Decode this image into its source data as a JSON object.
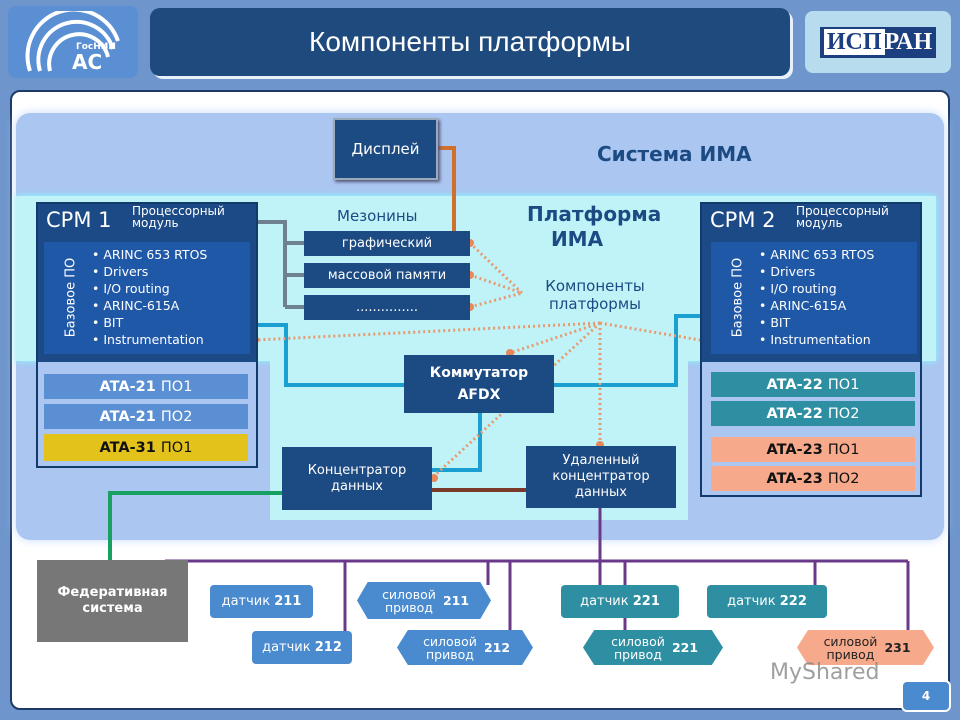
{
  "header": {
    "title": "Компоненты платформы",
    "logo_left": "ГосНИИ АС",
    "logo_right": "ИСП РАН"
  },
  "system_label": "Система ИМА",
  "platform_label": "Платформа ИМА",
  "components_label": "Компоненты платформы",
  "display": "Дисплей",
  "mezzanines": {
    "label": "Мезонины",
    "items": [
      "графический",
      "массовой памяти",
      "..............."
    ]
  },
  "cpm1": {
    "name": "CPM 1",
    "subtitle": "Процессорный модуль",
    "base_label": "Базовое ПО",
    "items": [
      "• ARINC 653 RTOS",
      "• Drivers",
      "• I/O routing",
      "• ARINC-615A",
      "• BIT",
      "• Instrumentation"
    ],
    "apps": [
      {
        "code": "ATA-21",
        "po": "ПО1",
        "color": "#5b8fd3"
      },
      {
        "code": "ATA-21",
        "po": "ПО2",
        "color": "#5b8fd3"
      },
      {
        "code": "ATA-31",
        "po": "ПО1",
        "color": "#e3c31b"
      }
    ]
  },
  "cpm2": {
    "name": "CPM 2",
    "subtitle": "Процессорный модуль",
    "base_label": "Базовое ПО",
    "items": [
      "• ARINC 653 RTOS",
      "• Drivers",
      "• I/O routing",
      "• ARINC-615A",
      "• BIT",
      "• Instrumentation"
    ],
    "apps": [
      {
        "code": "ATA-22",
        "po": "ПО1",
        "color": "#2e8fa3"
      },
      {
        "code": "ATA-22",
        "po": "ПО2",
        "color": "#2e8fa3"
      },
      {
        "code": "ATA-23",
        "po": "ПО1",
        "color": "#f6a98b"
      },
      {
        "code": "ATA-23",
        "po": "ПО2",
        "color": "#f6a98b"
      }
    ]
  },
  "switch": {
    "line1": "Коммутатор",
    "line2": "AFDX"
  },
  "concentrator": "Концентратор данных",
  "remote_concentrator": "Удаленный концентратор данных",
  "federated": "Федеративная система",
  "devices": [
    {
      "label": "датчик",
      "num": "211",
      "kind": "sensor",
      "color": "#4a8bd0"
    },
    {
      "label": "датчик",
      "num": "212",
      "kind": "sensor",
      "color": "#4a8bd0"
    },
    {
      "label": "силовой привод",
      "num": "211",
      "kind": "actuator",
      "color": "#4a8bd0"
    },
    {
      "label": "силовой привод",
      "num": "212",
      "kind": "actuator",
      "color": "#4a8bd0"
    },
    {
      "label": "датчик",
      "num": "221",
      "kind": "sensor",
      "color": "#2e8fa3"
    },
    {
      "label": "датчик",
      "num": "222",
      "kind": "sensor",
      "color": "#2e8fa3"
    },
    {
      "label": "силовой привод",
      "num": "221",
      "kind": "actuator",
      "color": "#2e8fa3"
    },
    {
      "label": "силовой привод",
      "num": "231",
      "kind": "actuator",
      "color": "#f6a98b"
    }
  ],
  "watermark": "MyShared",
  "page_number": "4"
}
